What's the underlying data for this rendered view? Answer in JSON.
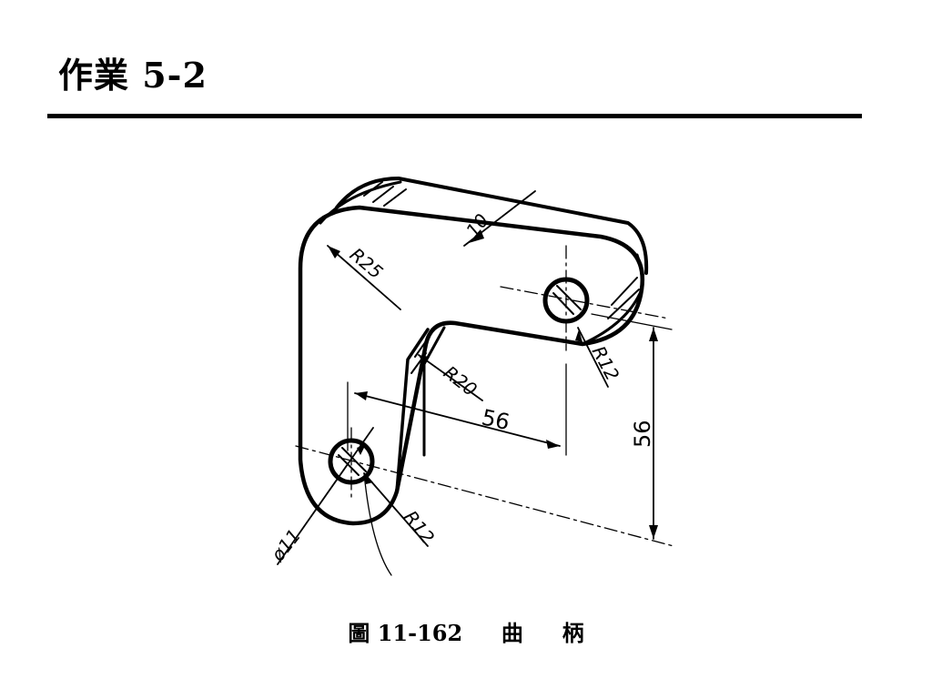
{
  "slide": {
    "title": "作業 5-2"
  },
  "figure": {
    "caption_number": "圖 11-162",
    "caption_word1": "曲",
    "caption_word2": "柄"
  },
  "dimensions": {
    "thickness": "10",
    "outer_radius": "R25",
    "inner_radius": "R20",
    "end_radius_top": "R12",
    "end_radius_bottom": "R12",
    "hole_diameter": "ø11",
    "horizontal_span": "56",
    "vertical_span": "56"
  }
}
